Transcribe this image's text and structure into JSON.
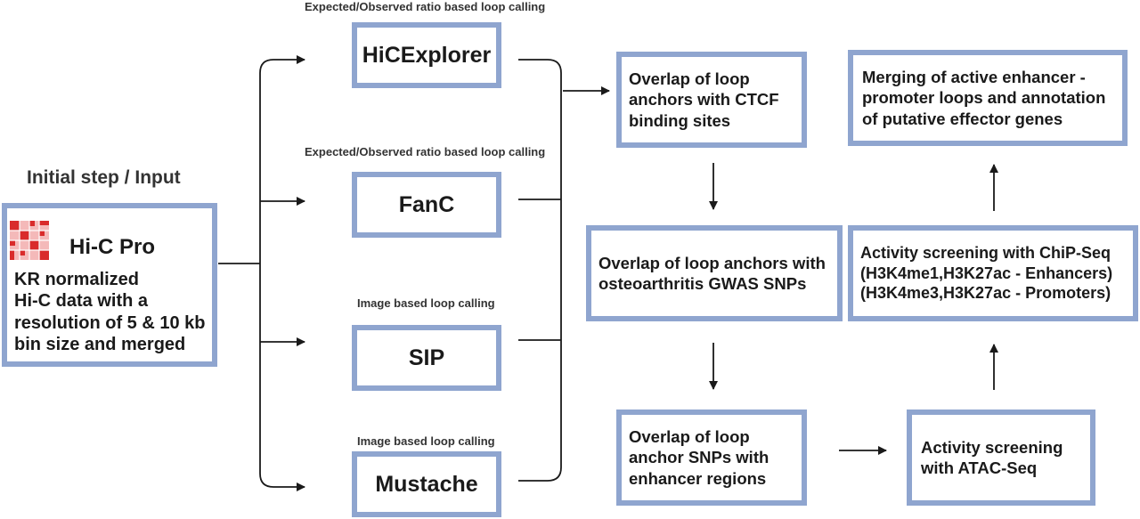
{
  "input": {
    "heading": "Initial step / Input",
    "title": "Hi-C Pro",
    "description": "KR normalized\nHi-C data with a\nresolution of 5 & 10 kb\nbin size and merged"
  },
  "tools": [
    {
      "caption": "Expected/Observed ratio based loop calling",
      "name": "HiCExplorer"
    },
    {
      "caption": "Expected/Observed ratio based loop calling",
      "name": "FanC"
    },
    {
      "caption": "Image based loop calling",
      "name": "SIP"
    },
    {
      "caption": "Image based loop calling",
      "name": "Mustache"
    }
  ],
  "steps": {
    "ctcf": "Overlap of loop\nanchors with CTCF\nbinding sites",
    "gwas": "Overlap of loop anchors with\nosteoarthritis GWAS SNPs",
    "enhancer": "Overlap of loop\nanchor SNPs with\nenhancer regions",
    "atac": "Activity screening\nwith ATAC-Seq",
    "chip": "Activity screening with ChiP-Seq\n(H3K4me1,H3K27ac - Enhancers)\n(H3K4me3,H3K27ac - Promoters)",
    "merge": "Merging of active enhancer -\npromoter loops and annotation\nof putative effector genes"
  },
  "colors": {
    "box_border": "#8fa5cf",
    "line": "#1a1a1a",
    "logo_red": "#d92b2b",
    "logo_pink": "#f4b9b9"
  }
}
